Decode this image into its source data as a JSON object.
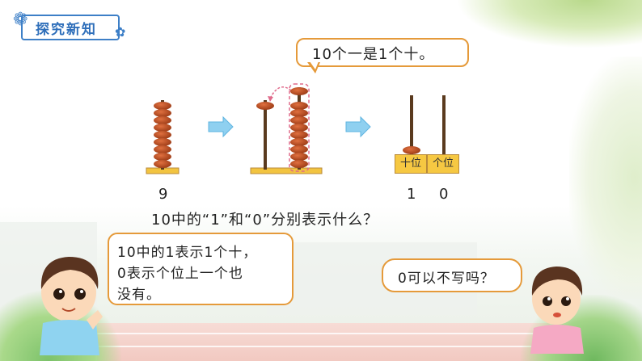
{
  "header": {
    "title": "探究新知"
  },
  "callout_top": {
    "text": "10个一是1个十。"
  },
  "abacus": {
    "bead_color": "#b8461e",
    "base_color": "#f2c440",
    "arrow_color": "#7fc4ec",
    "places": [
      "十位",
      "个位"
    ],
    "digits": [
      "9",
      "1",
      "0"
    ]
  },
  "question": {
    "text": "10中的“1”和“0”分别表示什么？"
  },
  "boy_left": {
    "speech": [
      "10中的1表示1个十，",
      "0表示个位上一个也",
      "没有。"
    ]
  },
  "boy_right": {
    "speech": "0可以不写吗？"
  },
  "colors": {
    "accent_blue": "#3d7fc7",
    "bubble_border": "#e59a3a"
  }
}
